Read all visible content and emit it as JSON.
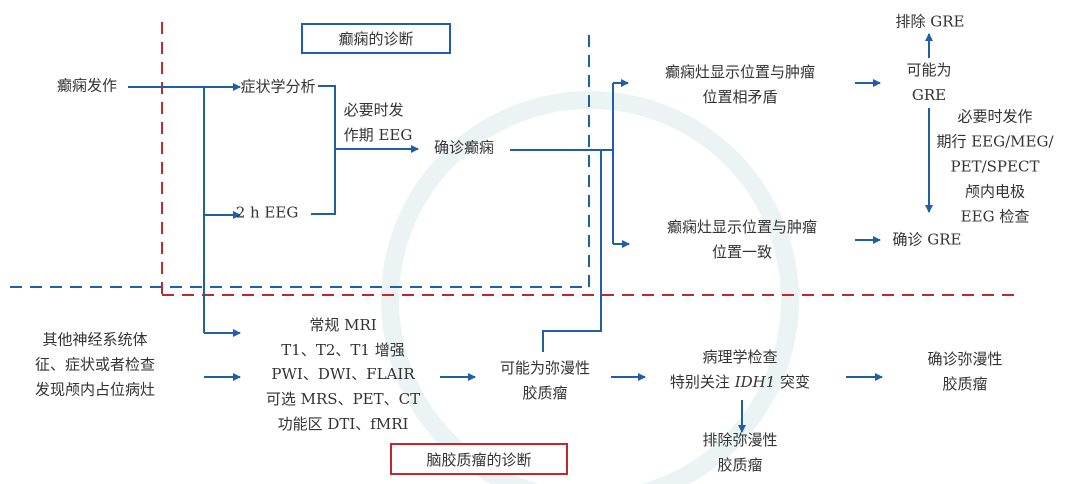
{
  "colors": {
    "flow": "#1f5fa6",
    "epilepsy_divider": "#1f5fa6",
    "glioma_divider": "#c0282d"
  },
  "sections": {
    "epilepsy_title": "癫痫的诊断",
    "glioma_title": "脑胶质瘤的诊断"
  },
  "epilepsy": {
    "seizure": "癫痫发作",
    "symptom_analysis": "症状学分析",
    "eeg_2h": "2 h EEG",
    "ictal_eeg": [
      "必要时发",
      "作期 EEG"
    ],
    "confirmed_epilepsy": "确诊癫痫",
    "inconsistent": [
      "癫痫灶显示位置与肿瘤",
      "位置相矛盾"
    ],
    "consistent": [
      "癫痫灶显示位置与肿瘤",
      "位置一致"
    ],
    "possible_gre": [
      "可能为",
      "GRE"
    ],
    "exclude_gre": "排除 GRE",
    "further_tests": [
      "必要时发作",
      "期行 EEG/MEG/",
      "PET/SPECT",
      "颅内电极",
      "EEG 检查"
    ],
    "confirmed_gre": "确诊 GRE"
  },
  "glioma": {
    "finding": [
      "其他神经系统体",
      "征、症状或者检查",
      "发现颅内占位病灶"
    ],
    "imaging": [
      "常规 MRI",
      "T1、T2、T1 增强",
      "PWI、DWI、FLAIR",
      "可选 MRS、PET、CT",
      "功能区 DTI、fMRI"
    ],
    "possible_glioma": [
      "可能为弥漫性",
      "胶质瘤"
    ],
    "pathology": [
      "病理学检查",
      "特别关注 ",
      "IDH1",
      " 突变"
    ],
    "confirmed_glioma": [
      "确诊弥漫性",
      "胶质瘤"
    ],
    "exclude_glioma": [
      "排除弥漫性",
      "胶质瘤"
    ]
  }
}
